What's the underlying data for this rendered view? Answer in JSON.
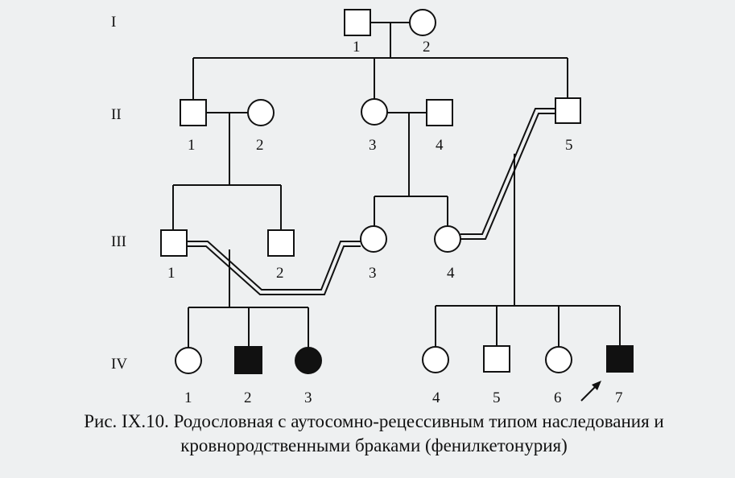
{
  "colors": {
    "line": "#111111",
    "affected": "#111111",
    "unaffected": "#ffffff",
    "background": "#eef0f1"
  },
  "generations": [
    "I",
    "II",
    "III",
    "IV"
  ],
  "individuals": [
    {
      "id": "I-1",
      "gen": "I",
      "num": "1",
      "sex": "male",
      "affected": false
    },
    {
      "id": "I-2",
      "gen": "I",
      "num": "2",
      "sex": "female",
      "affected": false
    },
    {
      "id": "II-1",
      "gen": "II",
      "num": "1",
      "sex": "male",
      "affected": false
    },
    {
      "id": "II-2",
      "gen": "II",
      "num": "2",
      "sex": "female",
      "affected": false
    },
    {
      "id": "II-3",
      "gen": "II",
      "num": "3",
      "sex": "female",
      "affected": false
    },
    {
      "id": "II-4",
      "gen": "II",
      "num": "4",
      "sex": "male",
      "affected": false
    },
    {
      "id": "II-5",
      "gen": "II",
      "num": "5",
      "sex": "male",
      "affected": false
    },
    {
      "id": "III-1",
      "gen": "III",
      "num": "1",
      "sex": "male",
      "affected": false
    },
    {
      "id": "III-2",
      "gen": "III",
      "num": "2",
      "sex": "male",
      "affected": false
    },
    {
      "id": "III-3",
      "gen": "III",
      "num": "3",
      "sex": "female",
      "affected": false
    },
    {
      "id": "III-4",
      "gen": "III",
      "num": "4",
      "sex": "female",
      "affected": false
    },
    {
      "id": "IV-1",
      "gen": "IV",
      "num": "1",
      "sex": "female",
      "affected": false
    },
    {
      "id": "IV-2",
      "gen": "IV",
      "num": "2",
      "sex": "male",
      "affected": true
    },
    {
      "id": "IV-3",
      "gen": "IV",
      "num": "3",
      "sex": "female",
      "affected": true
    },
    {
      "id": "IV-4",
      "gen": "IV",
      "num": "4",
      "sex": "female",
      "affected": false
    },
    {
      "id": "IV-5",
      "gen": "IV",
      "num": "5",
      "sex": "male",
      "affected": false
    },
    {
      "id": "IV-6",
      "gen": "IV",
      "num": "6",
      "sex": "female",
      "affected": false
    },
    {
      "id": "IV-7",
      "gen": "IV",
      "num": "7",
      "sex": "male",
      "affected": true,
      "proband": true
    }
  ],
  "caption": {
    "line1": "Рис. IX.10. Родословная с аутосомно-рецессивным типом наследования и",
    "line2": "кровнородственными браками (фенилкетонурия)"
  }
}
